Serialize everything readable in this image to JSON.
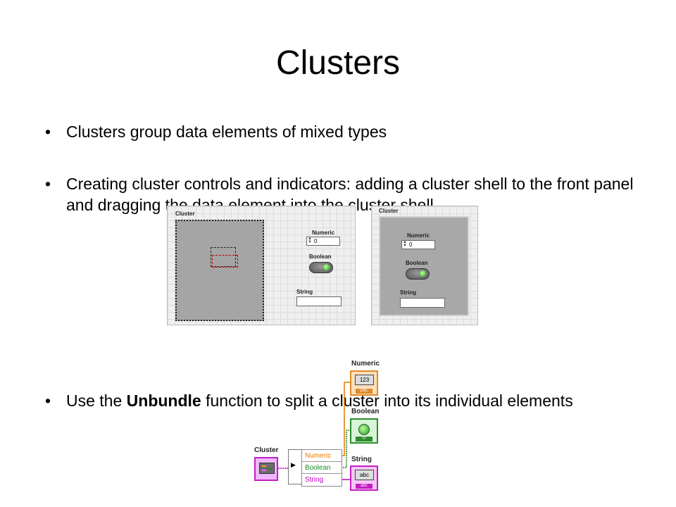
{
  "slide": {
    "title": "Clusters",
    "bullets": {
      "b1": "Clusters group data elements of mixed types",
      "b2": "Creating cluster controls and indicators: adding a cluster shell to the front panel and dragging the data element into the cluster shell",
      "b3_prefix": "Use the ",
      "b3_bold": "Unbundle",
      "b3_suffix": " function to split a cluster into its individual elements"
    }
  },
  "front_panel_left": {
    "cluster_label": "Cluster",
    "numeric_label": "Numeric",
    "numeric_value": "0",
    "boolean_label": "Boolean",
    "string_label": "String"
  },
  "front_panel_right": {
    "cluster_label": "Cluster",
    "numeric_label": "Numeric",
    "numeric_value": "0",
    "boolean_label": "Boolean",
    "string_label": "String"
  },
  "block_diagram": {
    "cluster_label": "Cluster",
    "unbundle_rows": [
      "Numeric",
      "Boolean",
      "String"
    ],
    "numeric_indicator": {
      "label": "Numeric",
      "face": "123",
      "tag": "DBL"
    },
    "boolean_indicator": {
      "label": "Boolean",
      "tag": "TF"
    },
    "string_indicator": {
      "label": "String",
      "face": "abc",
      "tag": "abc"
    },
    "wire_colors": {
      "numeric": "#e07b00",
      "boolean": "#1f8a1f",
      "string": "#c000c0"
    }
  }
}
